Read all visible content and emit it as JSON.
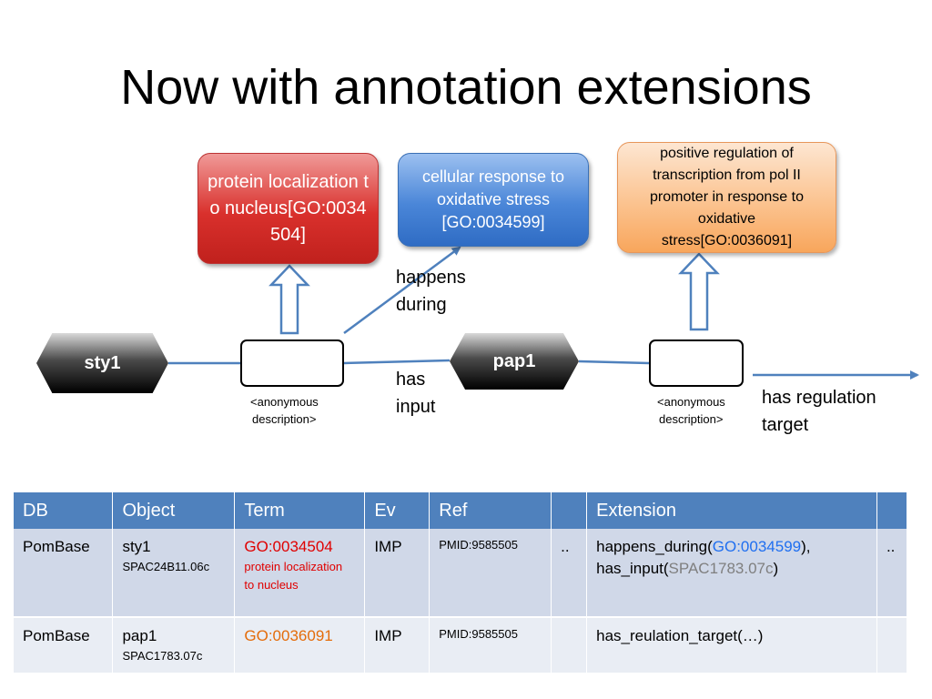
{
  "title": "Now with annotation extensions",
  "boxes": {
    "red": "protein localization to nucleus[GO:0034504]",
    "blue": "cellular response to oxidative stress [GO:0034599]",
    "orange": "positive regulation of transcription from pol II promoter in response to oxidative stress[GO:0036091]"
  },
  "nodes": {
    "sty1": "sty1",
    "pap1": "pap1"
  },
  "edge_labels": {
    "happens": "happens",
    "during": "during",
    "has": "has",
    "input": "input",
    "regulation1": "has regulation",
    "regulation2": "target"
  },
  "anon_label_1": "<anonymous",
  "anon_label_2": "description>",
  "colors": {
    "red": "#d9302c",
    "blue": "#4a86d8",
    "orange": "#fbc08a",
    "header": "#4f81bd",
    "arrow": "#4f81bd"
  },
  "table": {
    "headers": [
      "DB",
      "Object",
      "Term",
      "Ev",
      "Ref",
      "",
      "Extension",
      ""
    ],
    "rows": [
      {
        "db": "PomBase",
        "object": "sty1",
        "object_id": "SPAC24B11.06c",
        "term_id": "GO:0034504",
        "term_name": "protein localization to nucleus",
        "ev": "IMP",
        "ref": "PMID:9585505",
        "blank1": "..",
        "ext_pre1": "happens_during(",
        "ext_go": "GO:0034599",
        "ext_post1": "),",
        "ext_pre2": "has_input(",
        "ext_gene": "SPAC1783.07c",
        "ext_post2": ")",
        "blank2": ".."
      },
      {
        "db": "PomBase",
        "object": "pap1",
        "object_id": "SPAC1783.07c",
        "term_id": "GO:0036091",
        "ev": "IMP",
        "ref": "PMID:9585505",
        "extension": "has_reulation_target(…)"
      }
    ]
  }
}
